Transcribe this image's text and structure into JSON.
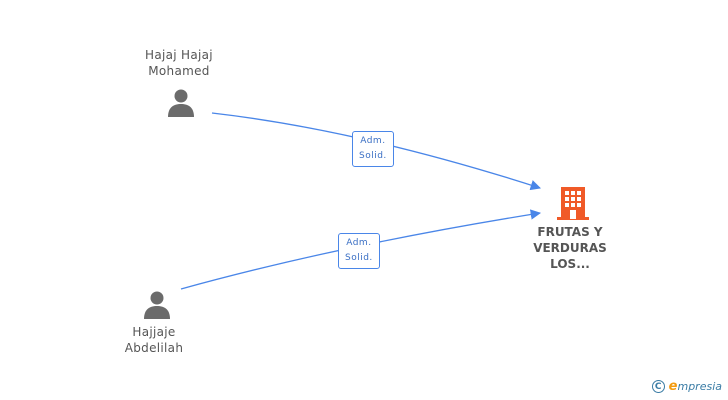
{
  "people": [
    {
      "name_line1": "Hajaj Hajaj",
      "name_line2": "Mohamed"
    },
    {
      "name_line1": "Hajjaje",
      "name_line2": "Abdelilah"
    }
  ],
  "relations": [
    {
      "line1": "Adm.",
      "line2": "Solid."
    },
    {
      "line1": "Adm.",
      "line2": "Solid."
    }
  ],
  "company": {
    "line1": "FRUTAS Y",
    "line2": "VERDURAS",
    "line3": "LOS..."
  },
  "footer": {
    "copyright_symbol": "C",
    "brand_initial": "e",
    "brand_rest": "mpresia"
  },
  "colors": {
    "edge": "#4a86e8",
    "person": "#6b6b6b",
    "company": "#f05a28"
  }
}
